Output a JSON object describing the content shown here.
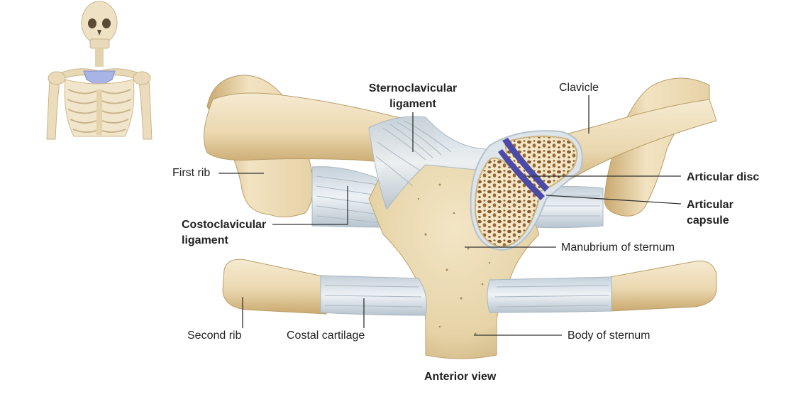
{
  "labels": {
    "sternoclavicular_ligament": [
      "Sternoclavicular",
      "ligament"
    ],
    "clavicle": "Clavicle",
    "first_rib": "First rib",
    "articular_disc": "Articular disc",
    "articular_capsule": [
      "Articular",
      "capsule"
    ],
    "costoclavicular_ligament": [
      "Costoclavicular",
      "ligament"
    ],
    "manubrium": "Manubrium of sternum",
    "second_rib": "Second rib",
    "costal_cartilage": "Costal cartilage",
    "body_of_sternum": "Body of sternum",
    "caption": "Anterior view"
  },
  "colors": {
    "bone": "#ecdcb8",
    "bone_dark": "#c9b17d",
    "ligament": "#dde4ea",
    "ligament_shade": "#b9c6d1",
    "disc": "#4b4aa8",
    "highlight": "#a9b4e6",
    "leader_line": "#333333"
  }
}
